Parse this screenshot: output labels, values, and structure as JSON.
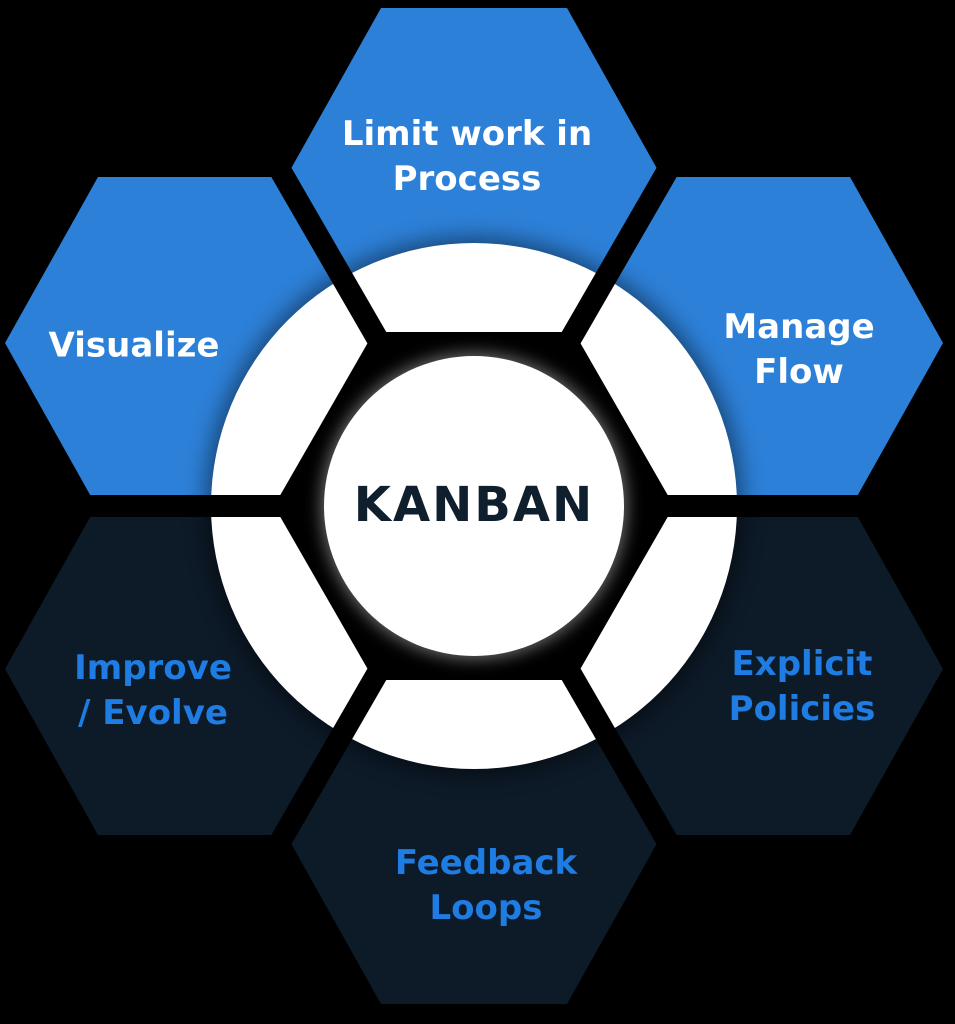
{
  "diagram": {
    "type": "hexagon-flower",
    "center_label": "KANBAN",
    "hexagons": [
      {
        "id": "limit-work-in-process",
        "label": "Limit work in\nProcess",
        "fill": "blue",
        "text_color": "white"
      },
      {
        "id": "visualize",
        "label": "Visualize",
        "fill": "blue",
        "text_color": "white"
      },
      {
        "id": "manage-flow",
        "label": "Manage\nFlow",
        "fill": "blue",
        "text_color": "white"
      },
      {
        "id": "improve-evolve",
        "label": "Improve\n/ Evolve",
        "fill": "dark-navy",
        "text_color": "blue"
      },
      {
        "id": "explicit-policies",
        "label": "Explicit\nPolicies",
        "fill": "dark-navy",
        "text_color": "blue"
      },
      {
        "id": "feedback-loops",
        "label": "Feedback\nLoops",
        "fill": "dark-navy",
        "text_color": "blue"
      }
    ],
    "colors": {
      "background": "#000000",
      "hexagon_blue": "#2d80d8",
      "hexagon_dark_navy": "#0d1a28",
      "ring_white": "#ffffff",
      "hole_black": "#000000",
      "label_white": "#ffffff",
      "label_blue": "#1e7ce2",
      "center_text": "#101f2d"
    }
  }
}
